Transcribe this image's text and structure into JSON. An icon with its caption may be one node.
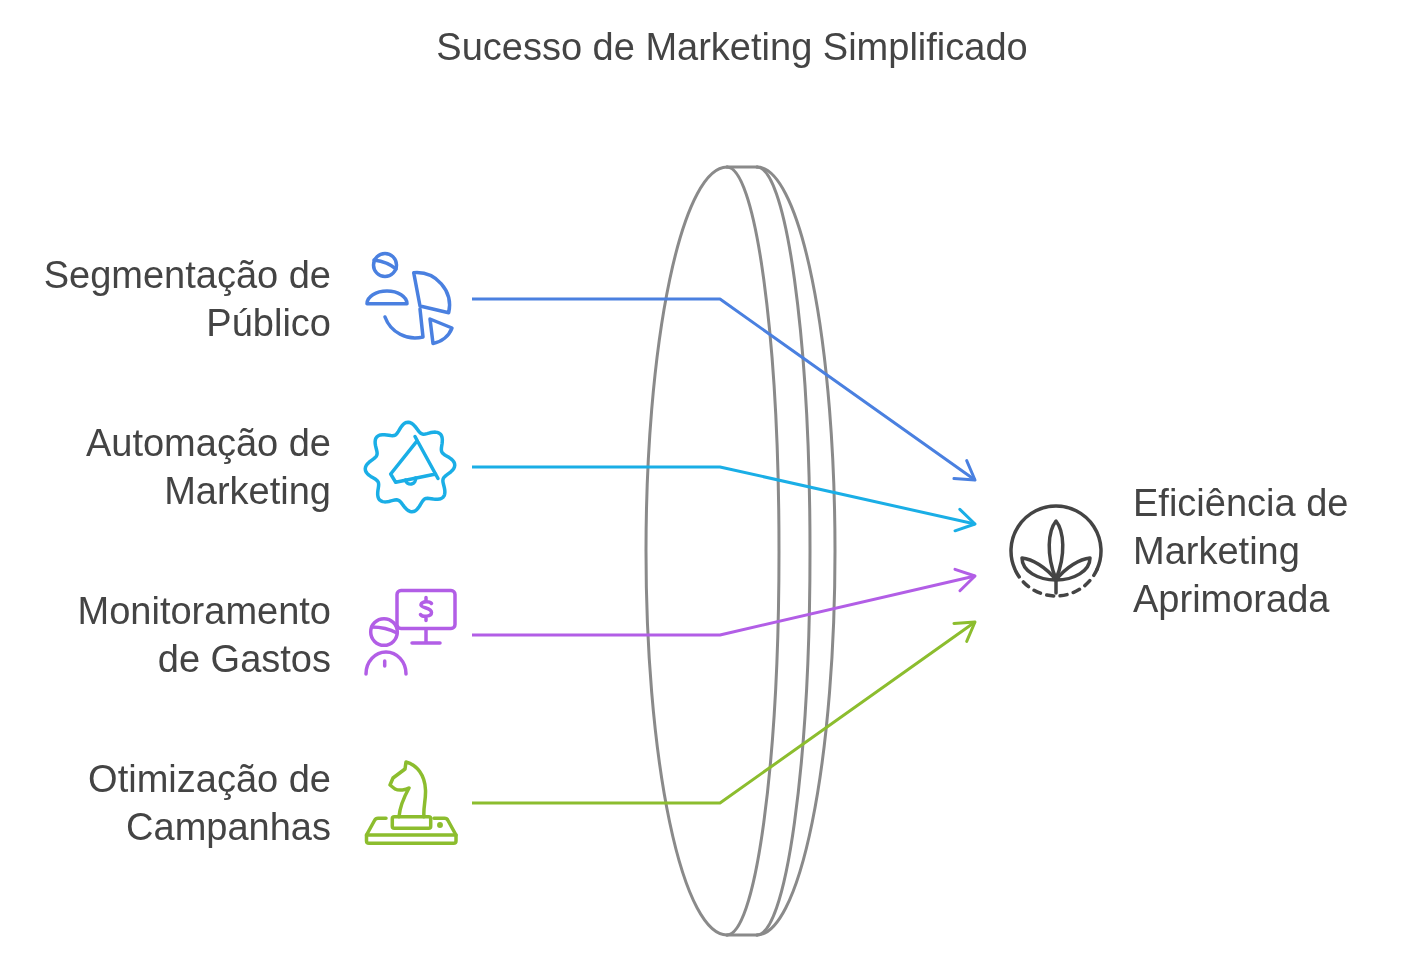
{
  "diagram": {
    "title": "Sucesso de Marketing Simplificado",
    "nodes": [
      {
        "text": [
          "Segmentação de Público"
        ]
      },
      {
        "text": [
          "Automação de Marketing"
        ]
      },
      {
        "text": [
          "Monitoramento de Gastos"
        ]
      },
      {
        "text": [
          "Otimização de Campanhas"
        ]
      },
      {
        "text": [
          "Eficiência de Marketing Aprimorada"
        ]
      }
    ],
    "edges": [
      {
        "from": 0,
        "to": 4,
        "arrow": "to",
        "color": "#4a80e0"
      },
      {
        "from": 1,
        "to": 4,
        "arrow": "to",
        "color": "#1aaee6"
      },
      {
        "from": 2,
        "to": 4,
        "arrow": "to",
        "color": "#b25ee6"
      },
      {
        "from": 3,
        "to": 4,
        "arrow": "to",
        "color": "#8cbd2e"
      }
    ]
  }
}
